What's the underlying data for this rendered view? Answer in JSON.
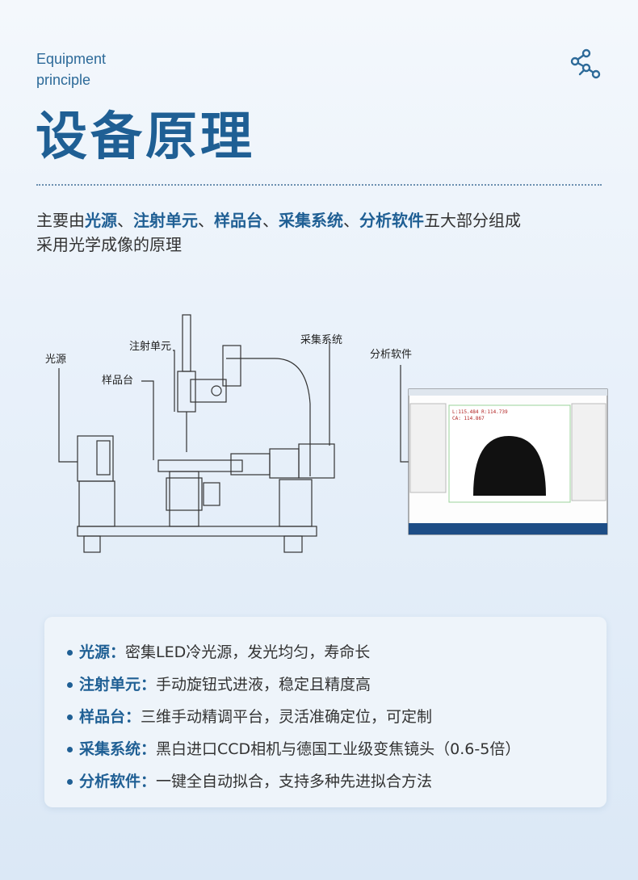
{
  "header": {
    "eyebrow_line1": "Equipment",
    "eyebrow_line2": "principle",
    "title": "设备原理",
    "share_icon": "share-icon"
  },
  "intro": {
    "line1_prefix": "主要由",
    "components": [
      "光源",
      "注射单元",
      "样品台",
      "采集系统",
      "分析软件"
    ],
    "separator": "、",
    "line1_suffix": "五大部分组成",
    "line2": "采用光学成像的原理"
  },
  "diagram": {
    "labels": {
      "light_source": "光源",
      "injection_unit": "注射单元",
      "sample_stage": "样品台",
      "acquisition": "采集系统",
      "software": "分析软件"
    },
    "screen": {
      "readout_line1": "L:115.484  R:114.739",
      "readout_line2": "CA: 114.867"
    }
  },
  "features": [
    {
      "key": "光源：",
      "text": "密集LED冷光源，发光均匀，寿命长"
    },
    {
      "key": "注射单元：",
      "text": "手动旋钮式进液，稳定且精度高"
    },
    {
      "key": "样品台：",
      "text": "三维手动精调平台，灵活准确定位，可定制"
    },
    {
      "key": "采集系统：",
      "text": "黑白进口CCD相机与德国工业级变焦镜头（0.6-5倍）"
    },
    {
      "key": "分析软件：",
      "text": "一键全自动拟合，支持多种先进拟合方法"
    }
  ],
  "colors": {
    "accent": "#1f5f94",
    "text": "#333333",
    "card_bg": "#eef4fa"
  }
}
